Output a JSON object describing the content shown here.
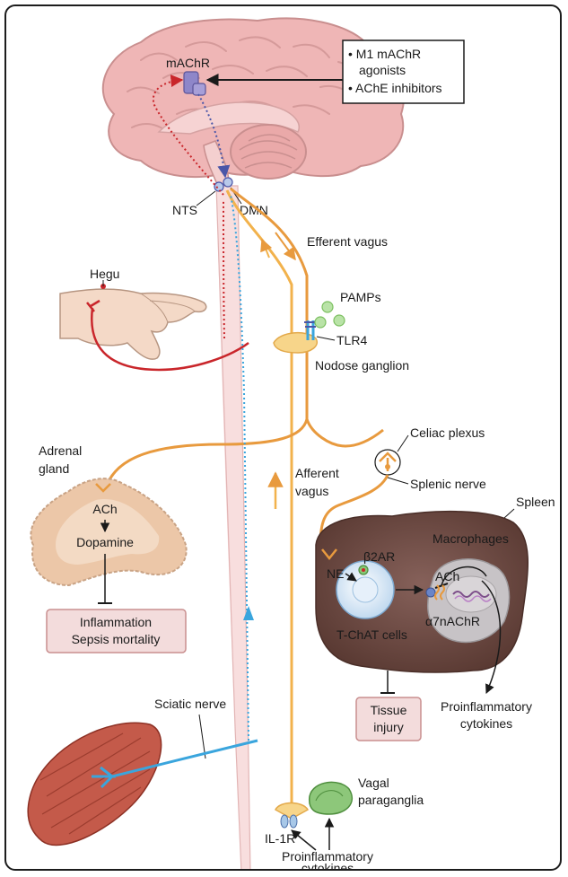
{
  "drug_box": {
    "line1": "M1 mAChR",
    "line2": "agonists",
    "line3": "AChE inhibitors"
  },
  "labels": {
    "machr": "mAChR",
    "nts": "NTS",
    "dmn": "DMN",
    "efferent_vagus": "Efferent vagus",
    "hegu": "Hegu",
    "pamps": "PAMPs",
    "tlr4": "TLR4",
    "nodose_ganglion": "Nodose ganglion",
    "celiac_plexus": "Celiac plexus",
    "adrenal_gland_1": "Adrenal",
    "adrenal_gland_2": "gland",
    "afferent_1": "Afferent",
    "afferent_2": "vagus",
    "splenic_nerve": "Splenic nerve",
    "spleen": "Spleen",
    "ach_adrenal": "ACh",
    "dopamine": "Dopamine",
    "macrophages": "Macrophages",
    "ne": "NE",
    "b2ar": "β2AR",
    "ach_spleen": "ACh",
    "tchat": "T-ChAT cells",
    "a7nachr": "α7nAChR",
    "inflammation_1": "Inflammation",
    "inflammation_2": "Sepsis mortality",
    "tissue_1": "Tissue",
    "tissue_2": "injury",
    "proinflam_right_1": "Proinflammatory",
    "proinflam_right_2": "cytokines",
    "sciatic_nerve": "Sciatic nerve",
    "vagal_para_1": "Vagal",
    "vagal_para_2": "paraganglia",
    "il1r": "IL-1R",
    "proinflam_bottom_1": "Proinflammatory",
    "proinflam_bottom_2": "cytokines"
  },
  "colors": {
    "brain": "#efb6b6",
    "brain_outline": "#c98f8f",
    "spinal_cord": "#f8dede",
    "efferent_nerve": "#e89a3e",
    "afferent_nerve": "#f2b24c",
    "hegu_pathway": "#c9262b",
    "sciatic_pathway": "#3aa5dd",
    "receptor": "#8e86c9",
    "spleen": "#6f4a42",
    "adrenal": "#ecc7a8",
    "result_box": "#f3dcdc"
  }
}
